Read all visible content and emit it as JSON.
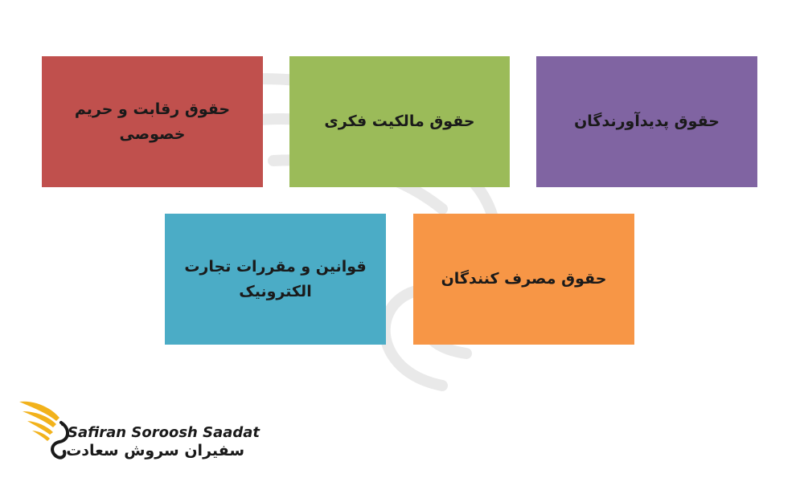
{
  "boxes": [
    {
      "text": "حقوق رقابت و حریم خصوصی",
      "color": "#c0504d"
    },
    {
      "text": "حقوق مالکیت فکری",
      "color": "#9bbb59"
    },
    {
      "text": "حقوق پدیدآورندگان",
      "color": "#8064a2"
    },
    {
      "text": "قوانین و مقررات تجارت الکترونیک",
      "color": "#4bacc6"
    },
    {
      "text": "حقوق مصرف کنندگان",
      "color": "#f79646"
    }
  ],
  "logo": {
    "name_en": "Safiran Soroosh Saadat",
    "name_fa": "سفیران سروش سعادت",
    "icon": "bird-wing-logo-icon",
    "accent_color": "#f2b21b"
  },
  "watermark": {
    "icon": "swirl-bird-watermark-icon"
  }
}
